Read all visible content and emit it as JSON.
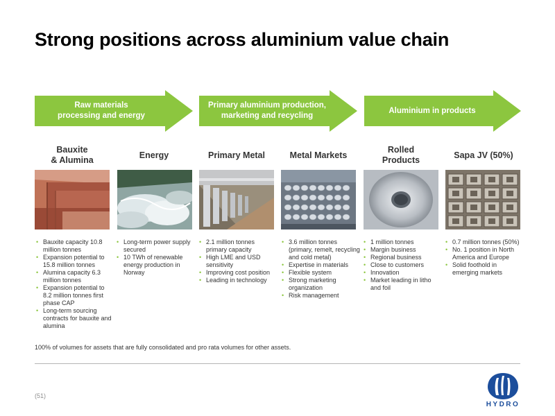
{
  "title": "Strong positions across aluminium value chain",
  "arrows": [
    {
      "line1": "Raw materials",
      "line2": "processing and energy"
    },
    {
      "line1": "Primary aluminium production,",
      "line2": "marketing and recycling"
    },
    {
      "line1": "Aluminium in products",
      "line2": ""
    }
  ],
  "columns": [
    {
      "h1": "Bauxite",
      "h2": "& Alumina",
      "bullets": [
        "Bauxite capacity 10.8 million tonnes",
        "Expansion potential to 15.8 million tonnes",
        "Alumina capacity 6.3 million tonnes",
        "Expansion potential to 8.2 million tonnes first phase CAP",
        "Long-term sourcing contracts for bauxite and alumina"
      ]
    },
    {
      "h1": "Energy",
      "h2": "",
      "bullets": [
        "Long-term power supply secured",
        "10 TWh of renewable energy production in Norway"
      ]
    },
    {
      "h1": "Primary Metal",
      "h2": "",
      "bullets": [
        "2.1 million tonnes primary capacity",
        "High LME and USD sensitivity",
        "Improving cost position",
        "Leading in technology"
      ]
    },
    {
      "h1": "Metal Markets",
      "h2": "",
      "bullets": [
        "3.6 million tonnes (primary, remelt, recycling and cold metal)",
        "Expertise in materials",
        "Flexible system",
        "Strong marketing organization",
        "Risk management"
      ]
    },
    {
      "h1": "Rolled",
      "h2": "Products",
      "bullets": [
        "1 million tonnes",
        "Margin business",
        "Regional business",
        "Close to customers",
        "Innovation",
        "Market leading in litho and foil"
      ]
    },
    {
      "h1": "Sapa JV (50%)",
      "h2": "",
      "bullets": [
        "0.7 million tonnes (50%)",
        "No. 1 position in North America and Europe",
        "Solid foothold in emerging markets"
      ]
    }
  ],
  "footnote": "100% of volumes for assets that are fully consolidated and pro rata volumes for other assets.",
  "page_number": "(51)",
  "logo_text": "HYDRO",
  "colors": {
    "arrow_green": "#8cc63f",
    "bullet_green": "#8cc63f",
    "logo_blue": "#1c4e9c"
  }
}
